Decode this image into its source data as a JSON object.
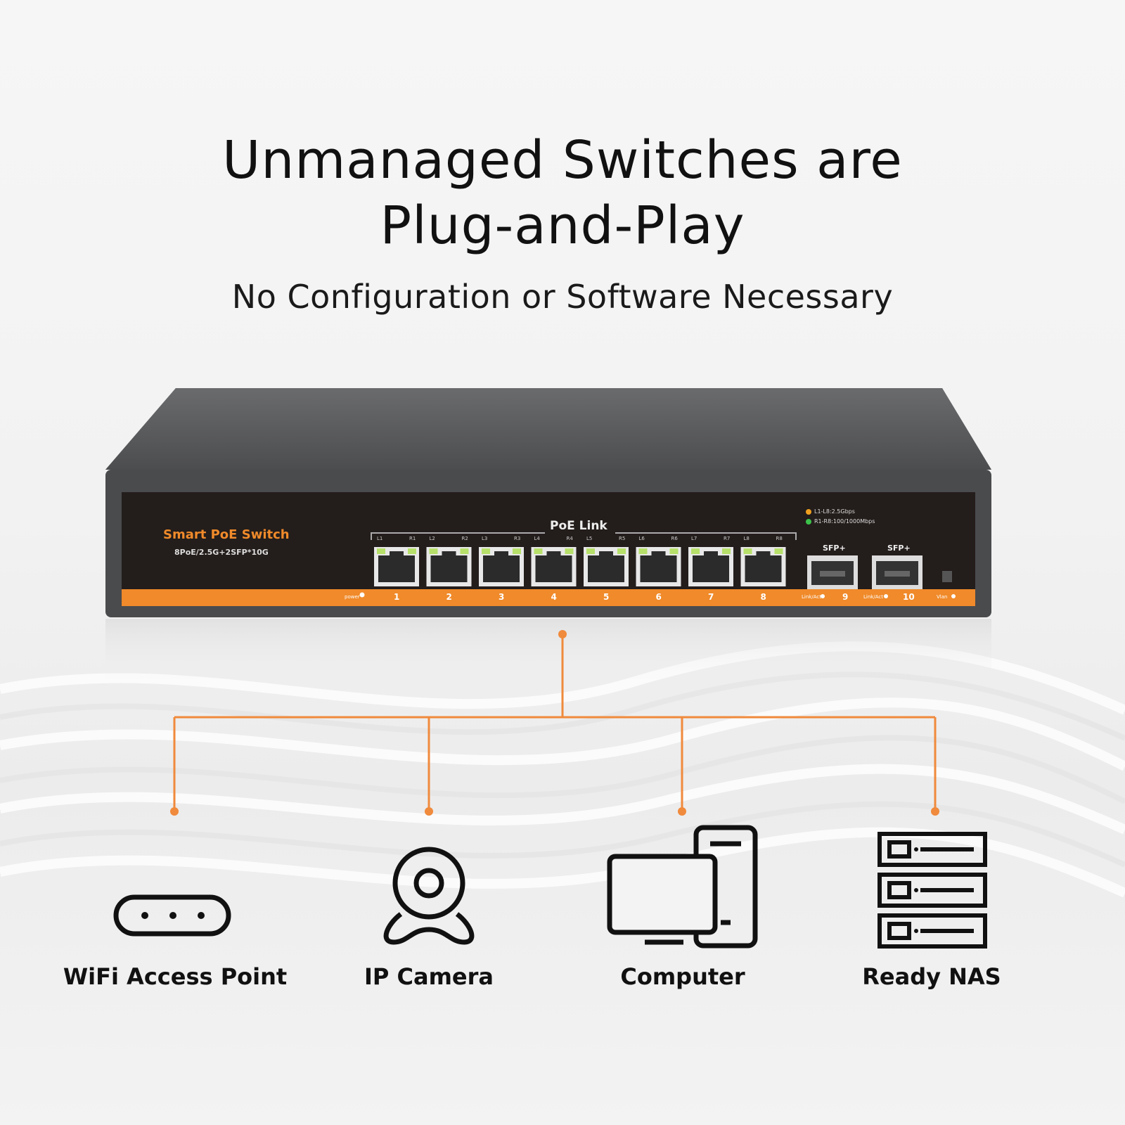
{
  "headline": {
    "line1": "Unmanaged Switches are",
    "line2": "Plug-and-Play",
    "subtitle": "No Configuration or Software Necessary"
  },
  "switch": {
    "brand": "Smart PoE Switch",
    "model": "8PoE/2.5G+2SFP*10G",
    "poe_link_label": "PoE Link",
    "legend": [
      "L1-L8:2.5Gbps",
      "R1-R8:100/1000Mbps"
    ],
    "legend_colors": [
      "#f0a020",
      "#3cc24a"
    ],
    "port_labels": [
      "L1",
      "R1",
      "L2",
      "R2",
      "L3",
      "R3",
      "L4",
      "R4",
      "L5",
      "R5",
      "L6",
      "R6",
      "L7",
      "R7",
      "L8",
      "R8"
    ],
    "port_numbers": [
      "1",
      "2",
      "3",
      "4",
      "5",
      "6",
      "7",
      "8"
    ],
    "sfp_label": "SFP+",
    "sfp_numbers": [
      "9",
      "10"
    ],
    "power_label": "power",
    "link_act_label": "Link/Act",
    "vlan_label": "Vlan"
  },
  "devices": [
    {
      "label": "WiFi Access Point",
      "icon": "wifi-access-point-icon"
    },
    {
      "label": "IP Camera",
      "icon": "ip-camera-icon"
    },
    {
      "label": "Computer",
      "icon": "computer-icon"
    },
    {
      "label": "Ready NAS",
      "icon": "nas-icon"
    }
  ],
  "colors": {
    "accent": "#f08a3c",
    "switch_body": "#4a4b4d",
    "front_panel": "#231d1b",
    "stripe": "#f08a2a"
  }
}
